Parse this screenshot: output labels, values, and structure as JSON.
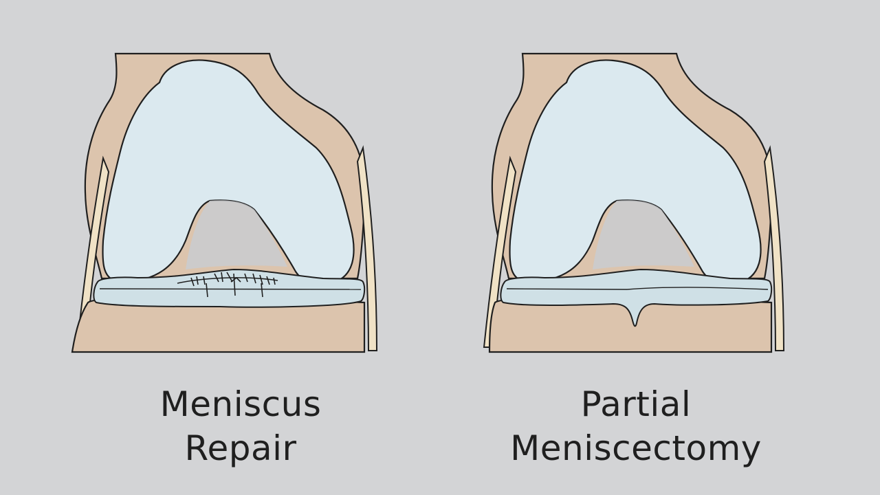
{
  "panels": [
    {
      "id": "left",
      "caption_lines": [
        "Meniscus",
        "Repair"
      ]
    },
    {
      "id": "right",
      "caption_lines": [
        "Partial",
        "Meniscectomy"
      ]
    }
  ],
  "colors": {
    "background": "#d3d4d6",
    "soft_tissue": "#dcc4ad",
    "bone_light": "#dbe9ef",
    "meniscus": "#cfe0e6",
    "fibula_outline": "#f0e2c6",
    "outline": "#1f1f1f"
  }
}
